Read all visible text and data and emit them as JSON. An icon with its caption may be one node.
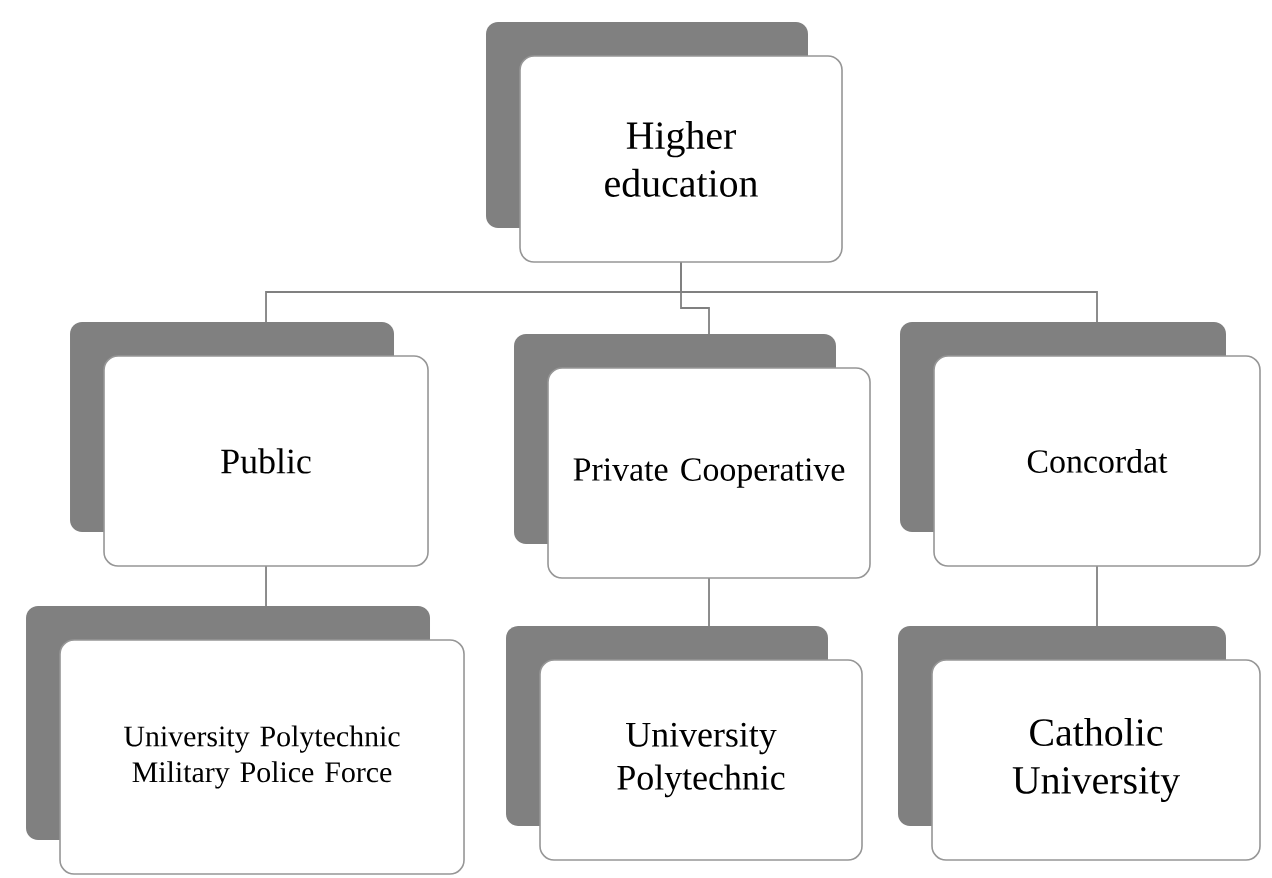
{
  "diagram": {
    "nodes": [
      {
        "text": [
          "Higher education"
        ]
      },
      {
        "text": [
          "Public"
        ]
      },
      {
        "text": [
          "Private Cooperative"
        ]
      },
      {
        "text": [
          "Concordat"
        ]
      },
      {
        "text": [
          "University Polytechnic Military Police Force"
        ]
      },
      {
        "text": [
          "University Polytechnic"
        ]
      },
      {
        "text": [
          "Catholic University"
        ]
      }
    ],
    "edges": [
      {
        "from": 0,
        "to": 1,
        "arrow": "none"
      },
      {
        "from": 0,
        "to": 2,
        "arrow": "none"
      },
      {
        "from": 0,
        "to": 3,
        "arrow": "none"
      },
      {
        "from": 1,
        "to": 4,
        "arrow": "none"
      },
      {
        "from": 2,
        "to": 5,
        "arrow": "none"
      },
      {
        "from": 3,
        "to": 6,
        "arrow": "none"
      }
    ]
  }
}
